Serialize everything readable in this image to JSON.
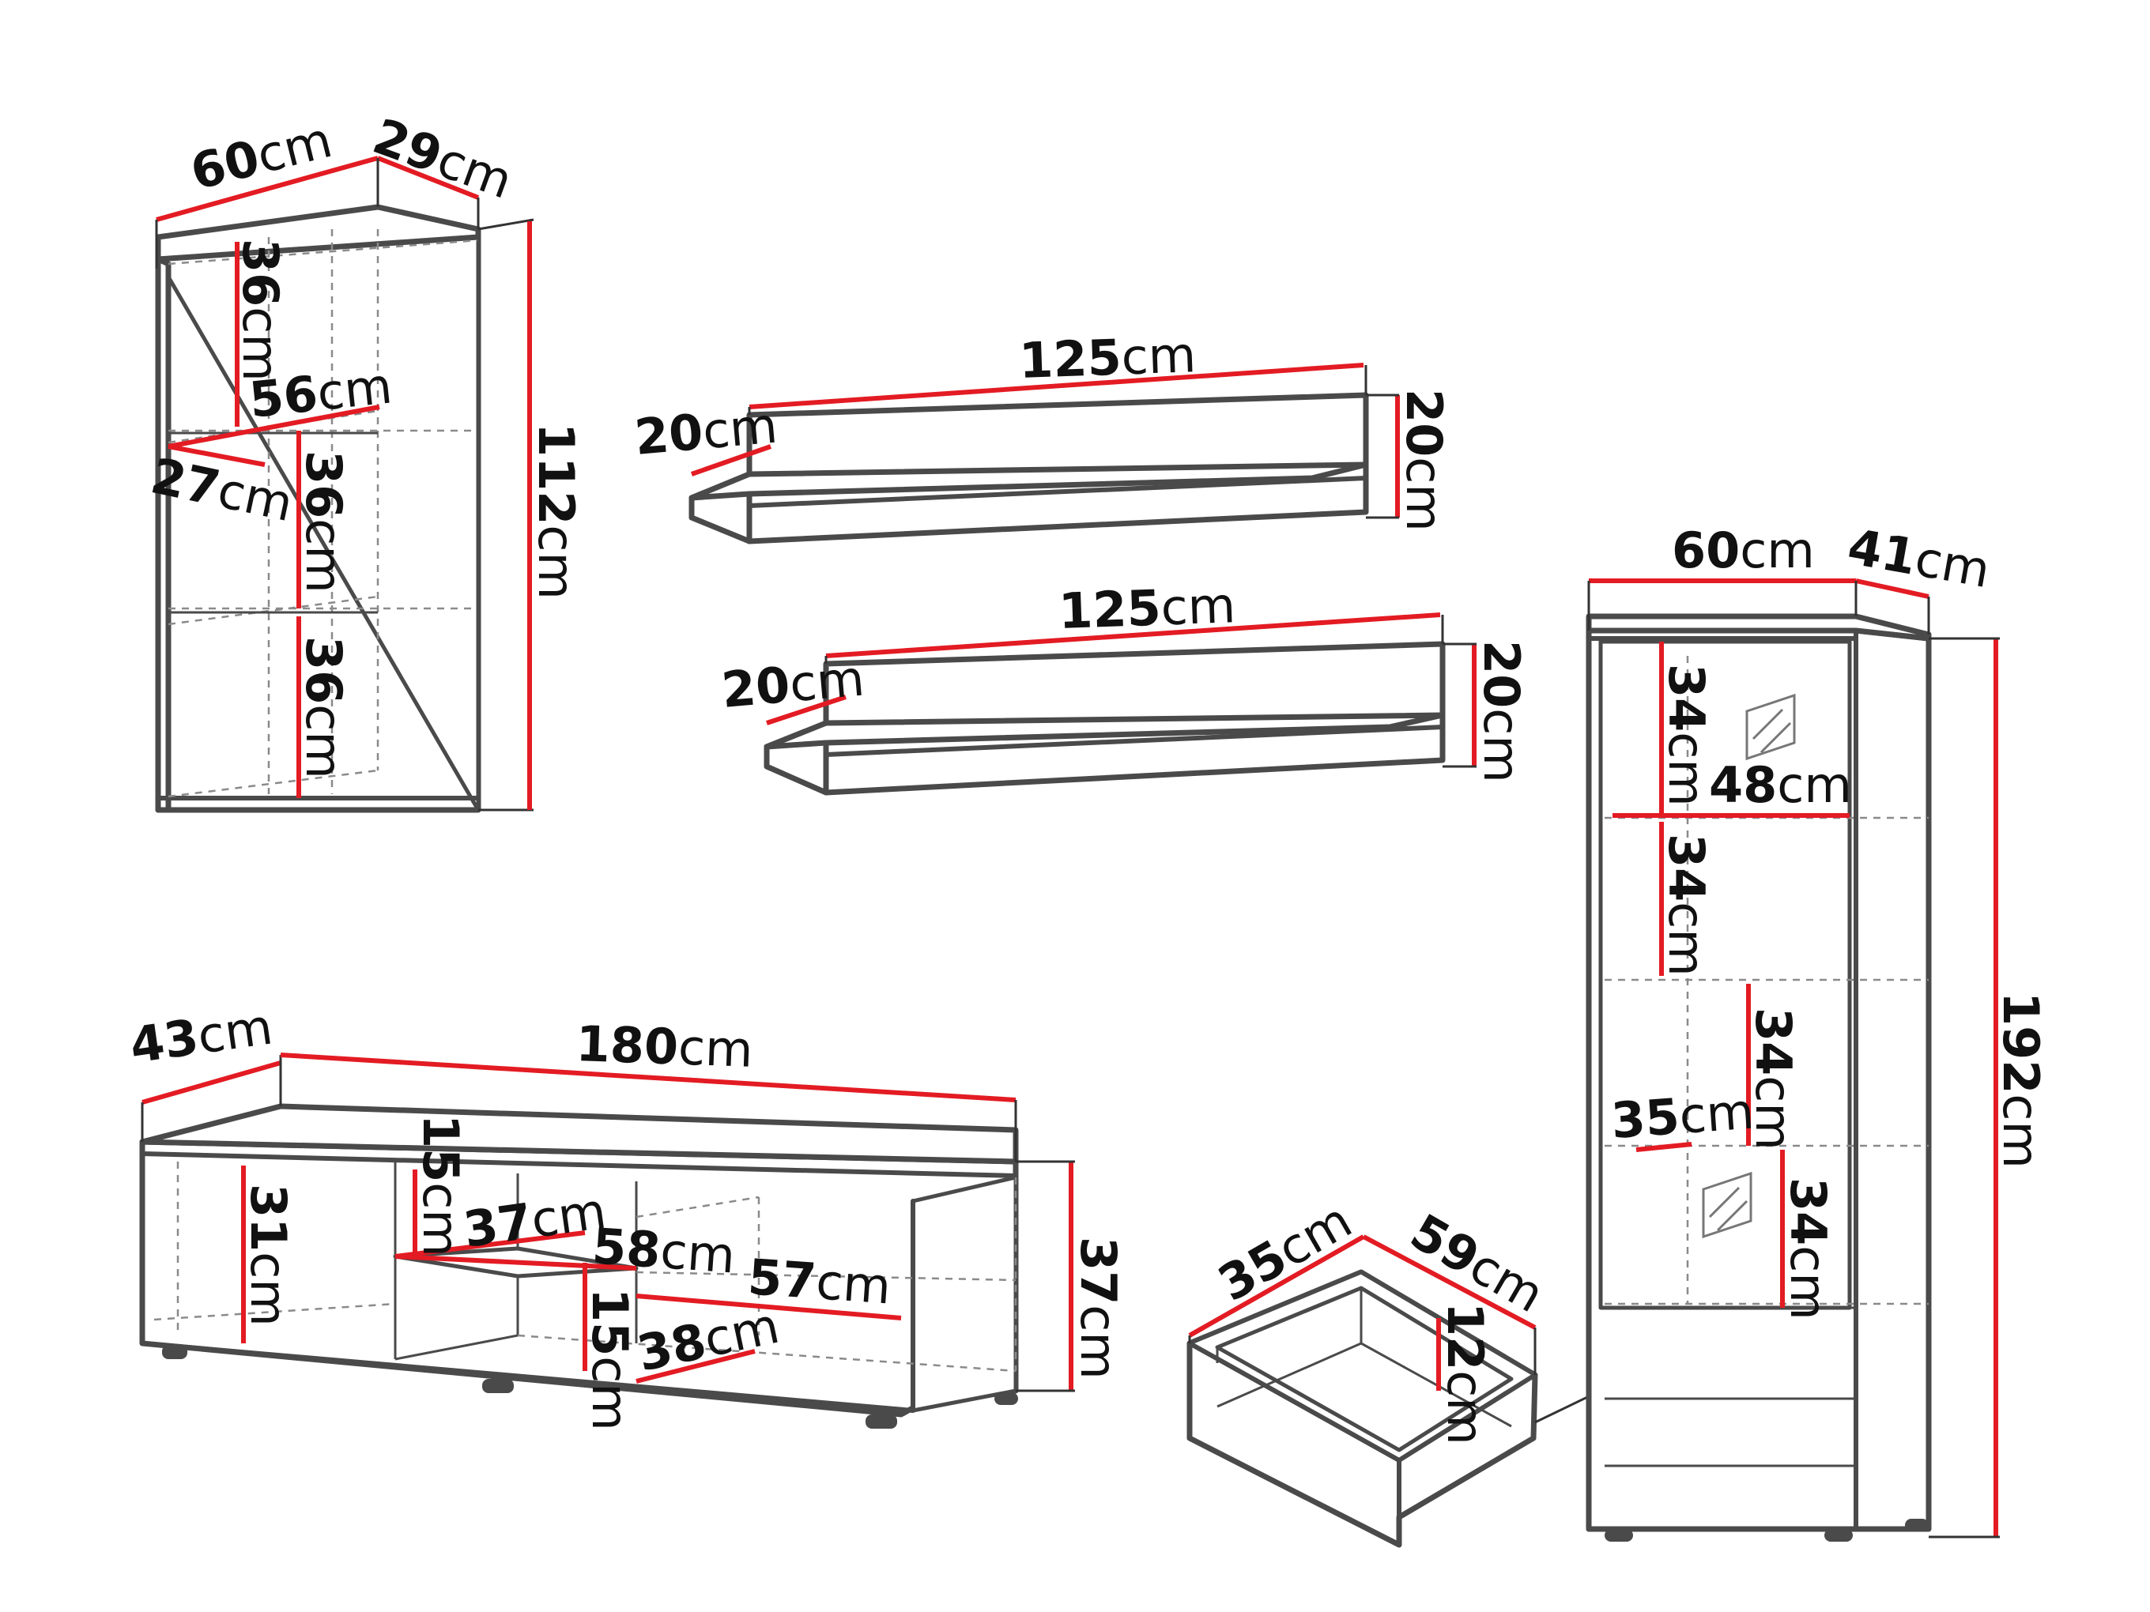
{
  "colors": {
    "dimension_line": "#e31b23",
    "outline": "#4a4a4a",
    "hidden_line": "#8a8a8a",
    "background": "#ffffff"
  },
  "wall_cabinet": {
    "width": {
      "value": "60",
      "unit": "cm"
    },
    "depth": {
      "value": "29",
      "unit": "cm"
    },
    "height": {
      "value": "112",
      "unit": "cm"
    },
    "compartment_1": {
      "value": "36",
      "unit": "cm"
    },
    "compartment_2": {
      "value": "36",
      "unit": "cm"
    },
    "compartment_3": {
      "value": "36",
      "unit": "cm"
    },
    "shelf_width": {
      "value": "56",
      "unit": "cm"
    },
    "shelf_depth": {
      "value": "27",
      "unit": "cm"
    }
  },
  "shelf_upper": {
    "length": {
      "value": "125",
      "unit": "cm"
    },
    "depth": {
      "value": "20",
      "unit": "cm"
    },
    "height": {
      "value": "20",
      "unit": "cm"
    }
  },
  "shelf_lower": {
    "length": {
      "value": "125",
      "unit": "cm"
    },
    "depth": {
      "value": "20",
      "unit": "cm"
    },
    "height": {
      "value": "20",
      "unit": "cm"
    }
  },
  "tv_stand": {
    "depth": {
      "value": "43",
      "unit": "cm"
    },
    "width": {
      "value": "180",
      "unit": "cm"
    },
    "height": {
      "value": "37",
      "unit": "cm"
    },
    "side_compartment_height": {
      "value": "31",
      "unit": "cm"
    },
    "upper_niche_height": {
      "value": "15",
      "unit": "cm"
    },
    "niche_depth": {
      "value": "37",
      "unit": "cm"
    },
    "niche_width": {
      "value": "58",
      "unit": "cm"
    },
    "lower_niche_height": {
      "value": "15",
      "unit": "cm"
    },
    "lower_niche_depth": {
      "value": "38",
      "unit": "cm"
    },
    "side_compartment_width": {
      "value": "57",
      "unit": "cm"
    }
  },
  "drawer": {
    "depth": {
      "value": "35",
      "unit": "cm"
    },
    "width": {
      "value": "59",
      "unit": "cm"
    },
    "height": {
      "value": "12",
      "unit": "cm"
    }
  },
  "tall_cabinet": {
    "width": {
      "value": "60",
      "unit": "cm"
    },
    "depth": {
      "value": "41",
      "unit": "cm"
    },
    "height": {
      "value": "192",
      "unit": "cm"
    },
    "compartment_1": {
      "value": "34",
      "unit": "cm"
    },
    "shelf_width": {
      "value": "48",
      "unit": "cm"
    },
    "compartment_2": {
      "value": "34",
      "unit": "cm"
    },
    "compartment_3": {
      "value": "34",
      "unit": "cm"
    },
    "shelf_depth": {
      "value": "35",
      "unit": "cm"
    },
    "compartment_4": {
      "value": "34",
      "unit": "cm"
    }
  }
}
